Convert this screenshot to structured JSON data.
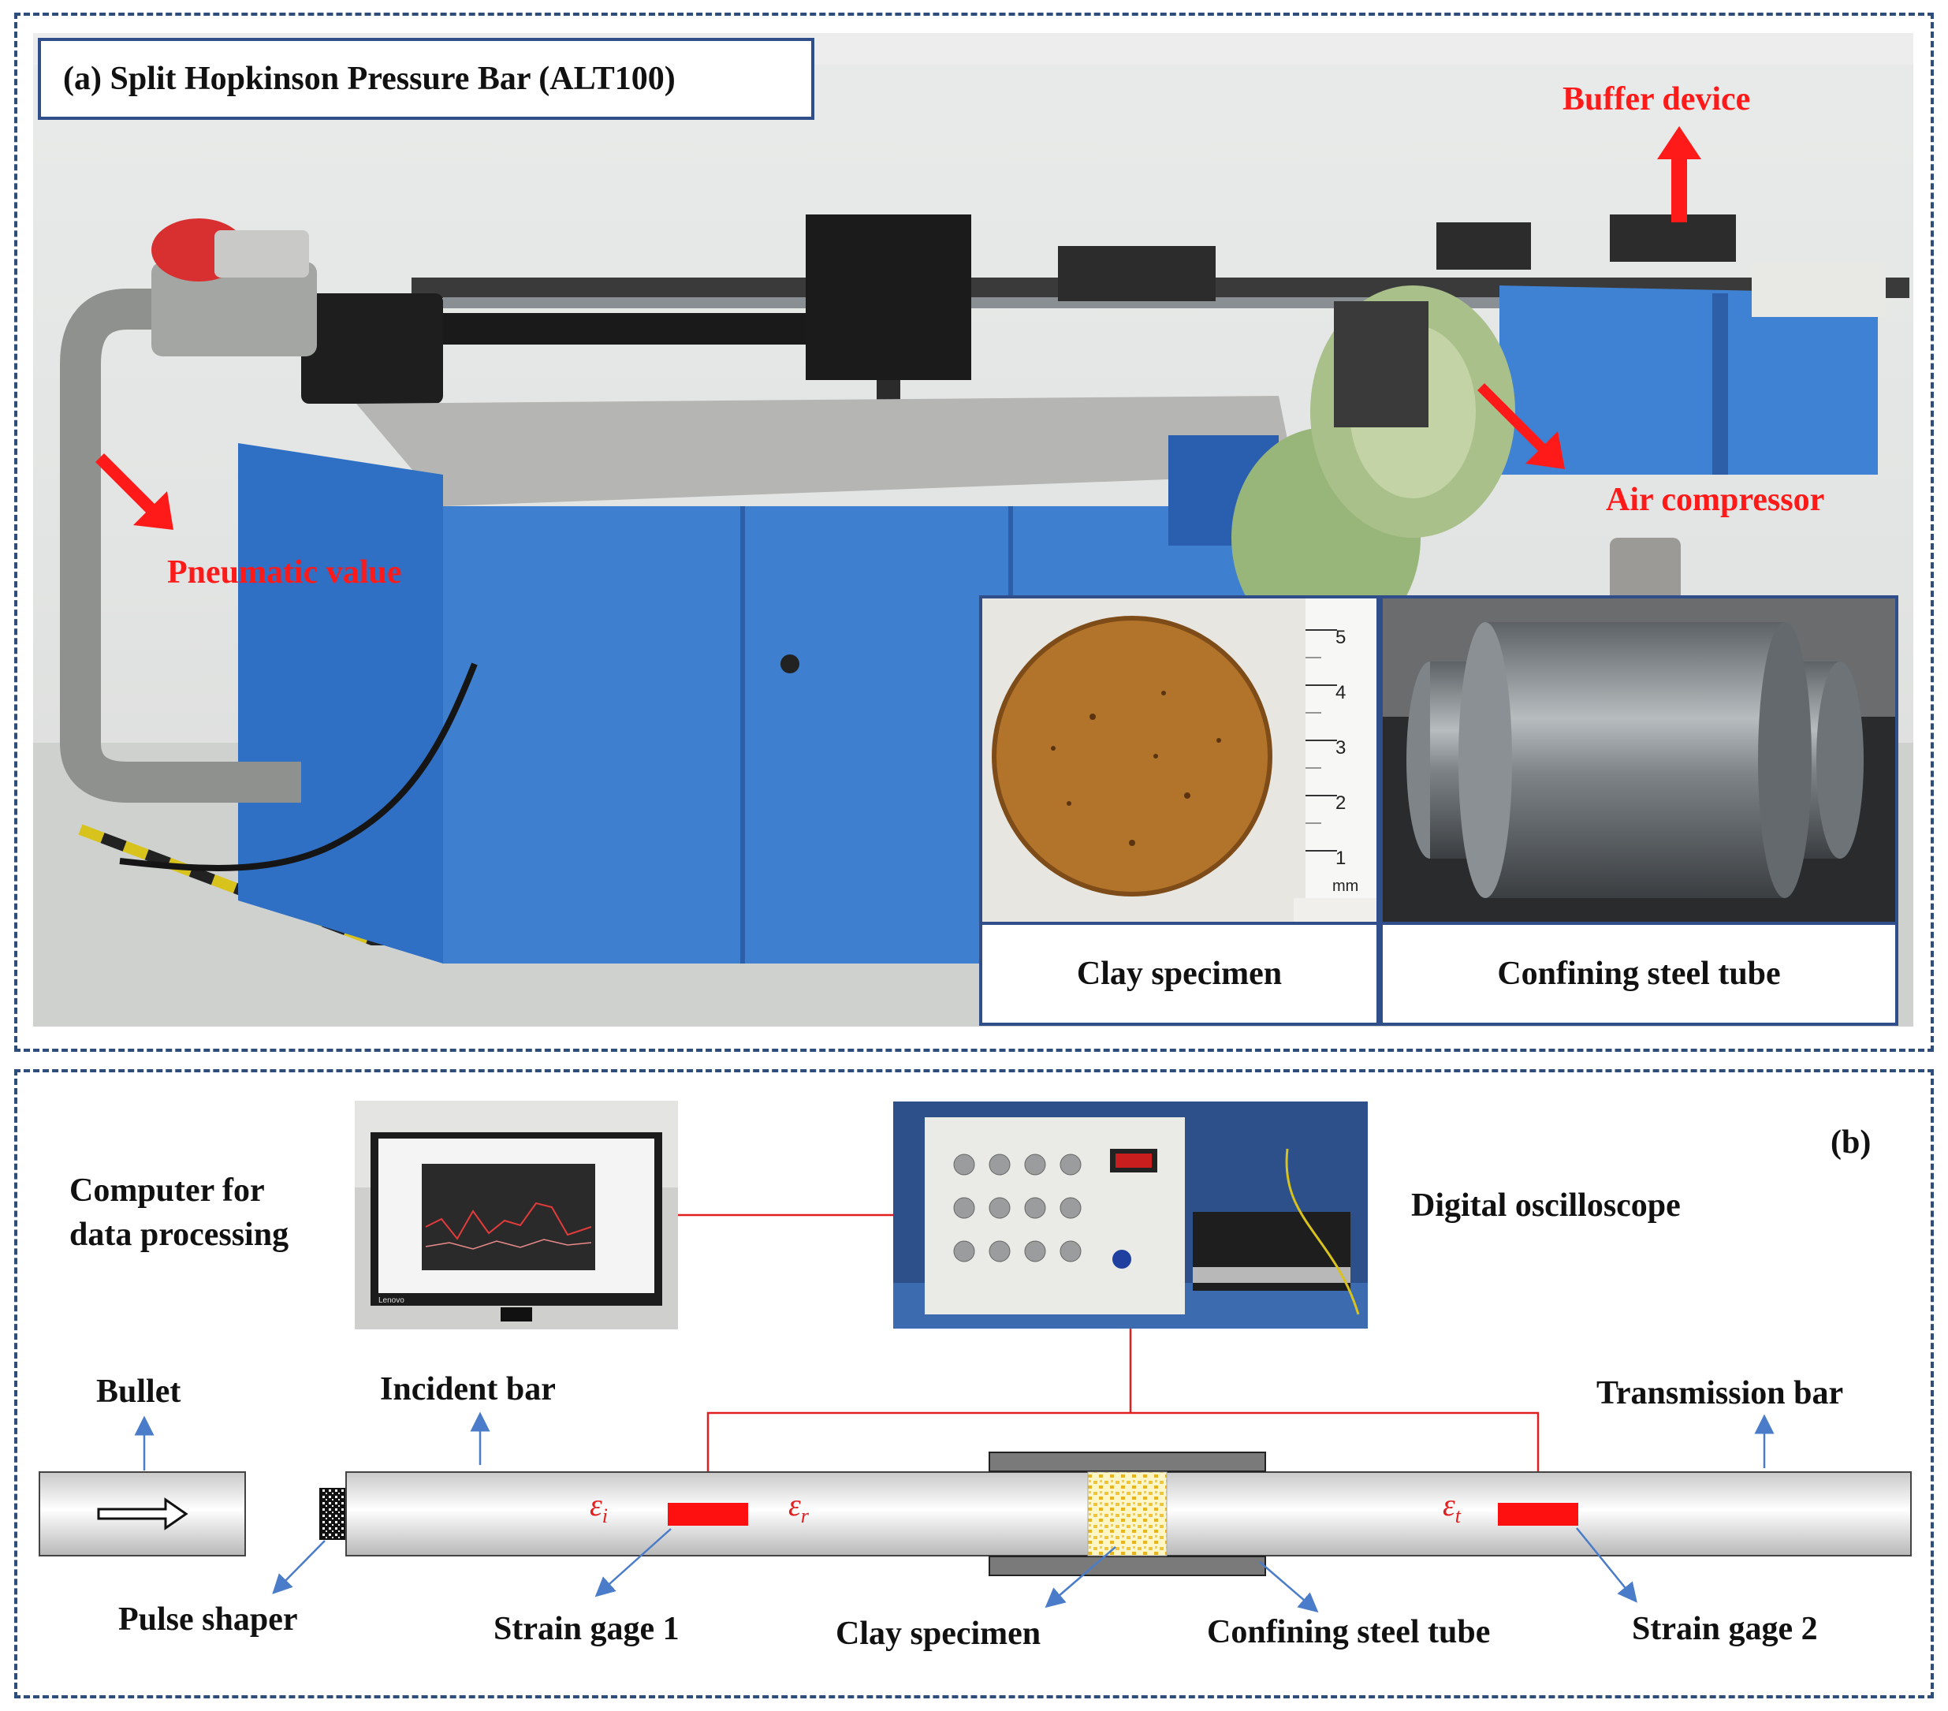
{
  "panel_a": {
    "title": "(a) Split Hopkinson Pressure Bar (ALT100)",
    "labels": {
      "buffer": "Buffer device",
      "air": "Air compressor",
      "pneumatic": "Pneumatic value"
    },
    "insets": {
      "clay_caption": "Clay specimen",
      "tube_caption": "Confining steel tube",
      "ruler_ticks": [
        "5",
        "4",
        "3",
        "2",
        "1",
        "mm"
      ]
    }
  },
  "panel_b": {
    "tag": "(b)",
    "computer_label_line1": "Computer for",
    "computer_label_line2": "data processing",
    "oscilloscope_label": "Digital oscilloscope",
    "bullet": "Bullet",
    "incident_bar": "Incident bar",
    "transmission_bar": "Transmission bar",
    "pulse_shaper": "Pulse shaper",
    "strain_gage_1": "Strain gage 1",
    "clay_specimen": "Clay specimen",
    "confining_tube": "Confining steel tube",
    "strain_gage_2": "Strain gage 2",
    "eps_i": "i",
    "eps_r": "r",
    "eps_t": "t",
    "monitor_brand": "Lenovo"
  },
  "colors": {
    "frame": "#2e4d7a",
    "label_red": "#ff1a1a",
    "wire_red": "#e02020",
    "arrow_blue": "#4a7cc9",
    "cabinet_blue": "#3f7fd0",
    "specimen_yellow": "#f2c431"
  }
}
